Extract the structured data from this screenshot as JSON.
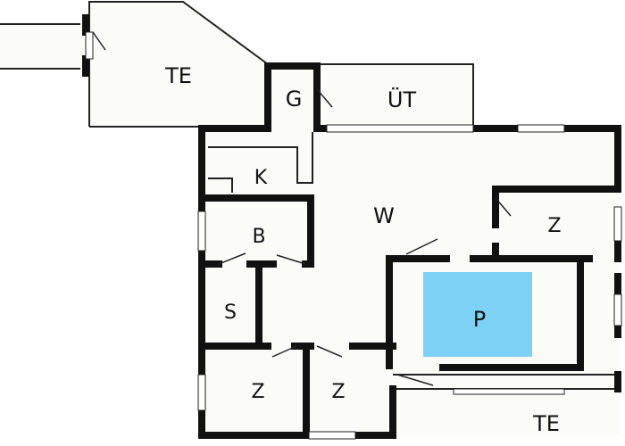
{
  "colors": {
    "wall": "#111111",
    "floor": "#fbfbf8",
    "line": "#222222",
    "pool": "#7dd1f5",
    "background": "#ffffff"
  },
  "rooms": {
    "te_top": "TE",
    "garage": "G",
    "ut": "ÜT",
    "kitchen": "K",
    "living": "W",
    "bath": "B",
    "storage": "S",
    "pool": "P",
    "bedroom_right": "Z",
    "bedroom_left": "Z",
    "bedroom_mid": "Z",
    "te_bottom": "TE"
  }
}
